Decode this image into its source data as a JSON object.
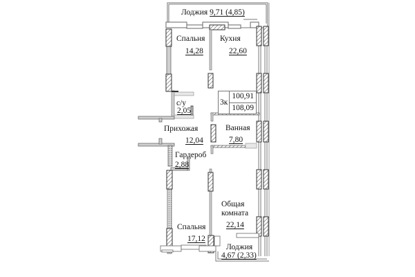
{
  "plan": {
    "apartment_type": "3к",
    "living_area": "100,91",
    "total_area": "108,09",
    "colors": {
      "wall_fill": "#c8c8c8",
      "wall_stroke": "#555555",
      "window_hatch": "#555555",
      "background": "#ffffff"
    },
    "rooms": [
      {
        "id": "loggia_top",
        "name": "Лоджия",
        "area": "9,71 (4,85)"
      },
      {
        "id": "bedroom_top",
        "name": "Спальня",
        "area": "14,28"
      },
      {
        "id": "kitchen",
        "name": "Кухня",
        "area": "22,60"
      },
      {
        "id": "wc",
        "name": "с/у",
        "area": "2,05"
      },
      {
        "id": "hallway",
        "name": "Прихожая",
        "area": "12,04"
      },
      {
        "id": "bathroom",
        "name": "Ванная",
        "area": "7,80"
      },
      {
        "id": "wardrobe",
        "name": "Гардероб",
        "area": "2,88"
      },
      {
        "id": "living_room",
        "name": "Общая комната",
        "name_line1": "Общая",
        "name_line2": "комната",
        "area": "22,14"
      },
      {
        "id": "bedroom_bottom",
        "name": "Спальня",
        "area": "17,12"
      },
      {
        "id": "loggia_bottom",
        "name": "Лоджия",
        "area": "4,67 (2,33)"
      }
    ]
  }
}
